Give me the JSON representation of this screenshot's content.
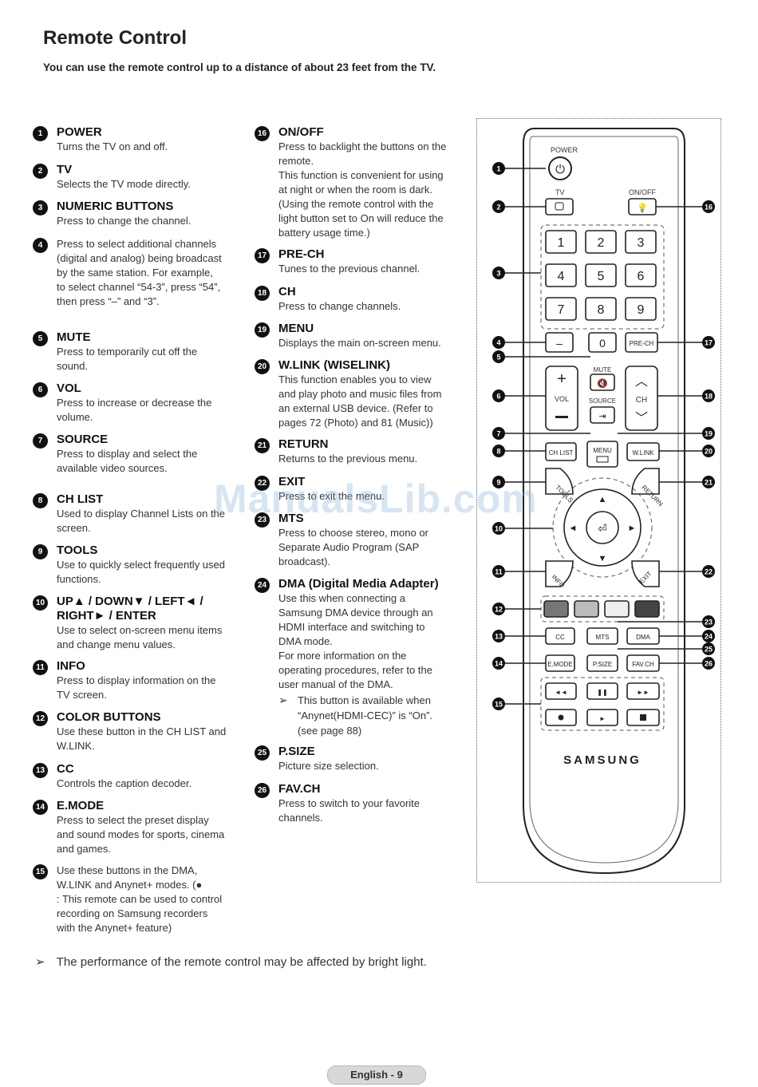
{
  "title": "Remote Control",
  "subtitle": "You can use the remote control up to a distance of about 23 feet from the TV.",
  "watermark": "ManualsLib.com",
  "left_items": [
    {
      "num": "1",
      "label": "POWER",
      "desc": "Turns the TV on and off."
    },
    {
      "num": "2",
      "label": "TV",
      "desc": "Selects the TV mode directly."
    },
    {
      "num": "3",
      "label": "NUMERIC BUTTONS",
      "desc": "Press to change the channel."
    },
    {
      "num": "4",
      "label": "",
      "desc": "Press to select additional channels\n(digital and analog) being broadcast\nby the same station. For example,\nto select channel “54-3”, press “54”,\nthen press “‒” and “3”."
    },
    {
      "num": "5",
      "label": "MUTE",
      "desc": "Press to temporarily cut off the\nsound."
    },
    {
      "num": "6",
      "label": "VOL",
      "desc": "Press to increase or decrease the\nvolume."
    },
    {
      "num": "7",
      "label": "SOURCE",
      "desc": "Press to display and select the\navailable video sources."
    },
    {
      "num": "8",
      "label": "CH LIST",
      "desc": "Used to display Channel Lists on the\nscreen."
    },
    {
      "num": "9",
      "label": "TOOLS",
      "desc": "Use to quickly select frequently used\nfunctions."
    },
    {
      "num": "10",
      "label": "UP▲ / DOWN▼ / LEFT◄ /\nRIGHT► / ENTER",
      "desc": "Use to select on-screen menu items\nand change menu values."
    },
    {
      "num": "11",
      "label": "INFO",
      "desc": "Press to display information on the\nTV screen."
    },
    {
      "num": "12",
      "label": "COLOR BUTTONS",
      "desc": "Use these button in the CH LIST and\nW.LINK."
    },
    {
      "num": "13",
      "label": "CC",
      "desc": "Controls the caption decoder."
    },
    {
      "num": "14",
      "label": "E.MODE",
      "desc": "Press to select the preset display\nand sound modes for sports, cinema\nand games."
    },
    {
      "num": "15",
      "label": "",
      "desc": "Use these buttons in the DMA,\nW.LINK and Anynet+ modes. (●\n: This remote can be used to control\nrecording on Samsung recorders\nwith the Anynet+ feature)"
    }
  ],
  "right_items": [
    {
      "num": "16",
      "label": "ON/OFF",
      "desc": "Press to backlight the buttons on the\nremote.\nThis function is convenient for using\nat night or when the room is dark.\n(Using the remote control with the\nlight button set to On will reduce the\nbattery usage time.)"
    },
    {
      "num": "17",
      "label": "PRE-CH",
      "desc": "Tunes to the previous channel."
    },
    {
      "num": "18",
      "label": "CH",
      "desc": "Press to change channels."
    },
    {
      "num": "19",
      "label": "MENU",
      "desc": "Displays the main on-screen menu."
    },
    {
      "num": "20",
      "label": "W.LINK (WISELINK)",
      "desc": "This function enables you to view\nand play photo and music files from\nan external USB device. (Refer to\npages 72 (Photo) and 81 (Music))"
    },
    {
      "num": "21",
      "label": "RETURN",
      "desc": "Returns to the previous menu."
    },
    {
      "num": "22",
      "label": "EXIT",
      "desc": "Press to exit the menu."
    },
    {
      "num": "23",
      "label": "MTS",
      "desc": "Press to choose stereo, mono or\nSeparate Audio Program (SAP\nbroadcast)."
    },
    {
      "num": "24",
      "label": "DMA (Digital Media Adapter)",
      "desc": "Use this when connecting a\nSamsung DMA device through an\nHDMI interface and switching to\nDMA mode.\nFor more information on the\noperating procedures, refer to the\nuser manual of the DMA."
    },
    {
      "num": "",
      "label": "",
      "desc": "This button is available when\n“Anynet(HDMI-CEC)” is “On”.\n(see page 88)"
    },
    {
      "num": "25",
      "label": "P.SIZE",
      "desc": "Picture size selection."
    },
    {
      "num": "26",
      "label": "FAV.CH",
      "desc": "Press to switch to your favorite\nchannels."
    }
  ],
  "remote": {
    "power": "POWER",
    "tv": "TV",
    "onoff": "ON/OFF",
    "digits": [
      "1",
      "2",
      "3",
      "4",
      "5",
      "6",
      "7",
      "8",
      "9"
    ],
    "dash": "–",
    "zero": "0",
    "prech": "PRE-CH",
    "mute": "MUTE",
    "vol": "VOL",
    "source": "SOURCE",
    "ch": "CH",
    "chlist": "CH LIST",
    "menu": "MENU",
    "wlink": "W.LINK",
    "tools": "TOOLS",
    "return": "RETURN",
    "info": "INFO",
    "exit": "EXIT",
    "cc": "CC",
    "mts": "MTS",
    "dma": "DMA",
    "emode": "E.MODE",
    "psize": "P.SIZE",
    "favch": "FAV.CH",
    "brand": "SAMSUNG",
    "callouts_left": [
      "1",
      "2",
      "3",
      "4",
      "5",
      "6",
      "7",
      "8",
      "9",
      "10",
      "11",
      "12",
      "13",
      "14",
      "15"
    ],
    "callouts_right": [
      "16",
      "17",
      "18",
      "19",
      "20",
      "21",
      "22",
      "23",
      "24",
      "25",
      "26"
    ]
  },
  "bottom_note": "The performance of the remote control may be affected by bright light.",
  "footer": "English - 9"
}
